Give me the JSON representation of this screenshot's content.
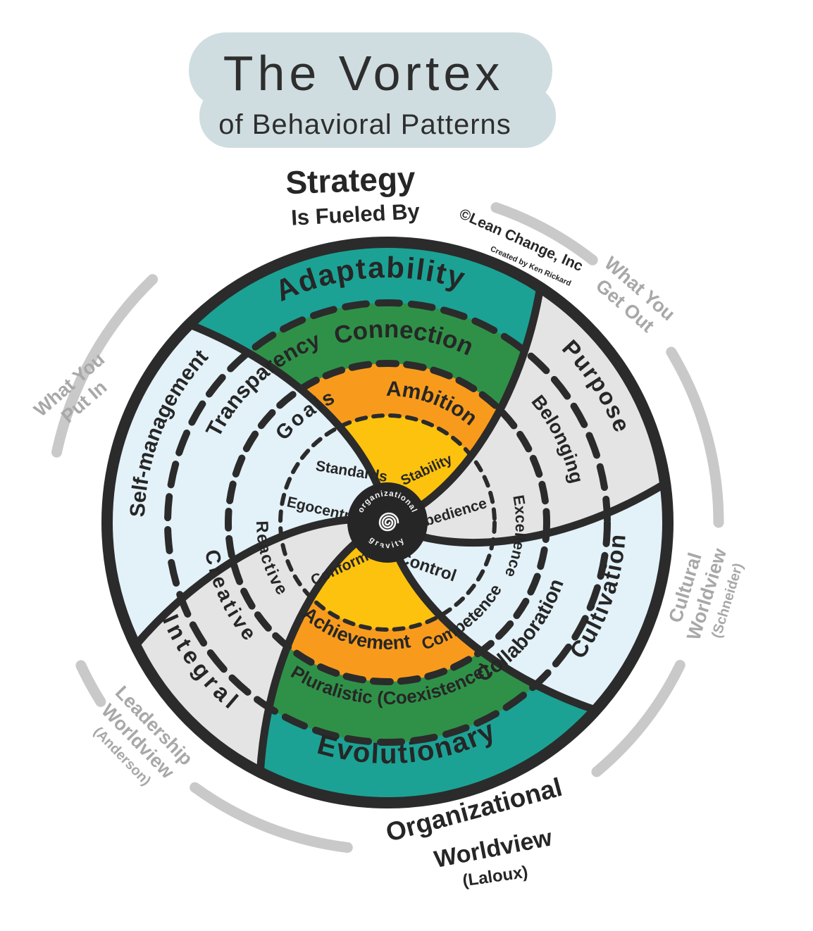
{
  "title": {
    "main": "The Vortex",
    "sub": "of Behavioral Patterns"
  },
  "header": {
    "strategy": "Strategy",
    "fueled_by": "Is Fueled By",
    "copyright": "©Lean Change, Inc",
    "created_by": "Created by Ken Rickard"
  },
  "side_notes": {
    "get_out": [
      "What You",
      "Get Out"
    ],
    "put_in": [
      "What You",
      "Put In"
    ],
    "cultural": [
      "Cultural",
      "Worldview",
      "(Schneider)"
    ],
    "leadership": [
      "Leadership",
      "Worldview",
      "(Anderson)"
    ],
    "organizational": [
      "Organizational",
      "Worldview",
      "(Laloux)"
    ]
  },
  "vortex": {
    "center": {
      "top": "organizational",
      "bottom": "gravity"
    },
    "labels": {
      "adaptability": "Adaptability",
      "connection": "Connection",
      "ambition": "Ambition",
      "stability": "Stability",
      "purpose": "Purpose",
      "belonging": "Belonging",
      "excellence": "Excellence",
      "obedience": "Obedience",
      "self_management": "Self-management",
      "transparency": "Transparency",
      "goals": "Goals",
      "standards": "Standards",
      "egocentric": "Egocentric",
      "reactive": "Reactive",
      "creative": "Creative",
      "integral": "Integral",
      "conformist": "Conformist",
      "control": "Control",
      "competence": "Competence",
      "collaboration": "Collaboration",
      "cultivation": "Cultivation",
      "achievement": "Achievement",
      "pluralistic": "Pluralistic (Coexistence)",
      "evolutionary": "Evolutionary"
    }
  },
  "colors": {
    "teal": "#1BA294",
    "green": "#2F9148",
    "orange": "#F89B1C",
    "yellow": "#FDC20D",
    "light_blue": "#E3F1F9",
    "gray_arm": "#E4E4E4",
    "ink": "#2B2B2B",
    "note_gray": "#A8A8A8",
    "outer_arc_gray": "#C9C9C9",
    "title_blob": "#CFDDE1"
  }
}
